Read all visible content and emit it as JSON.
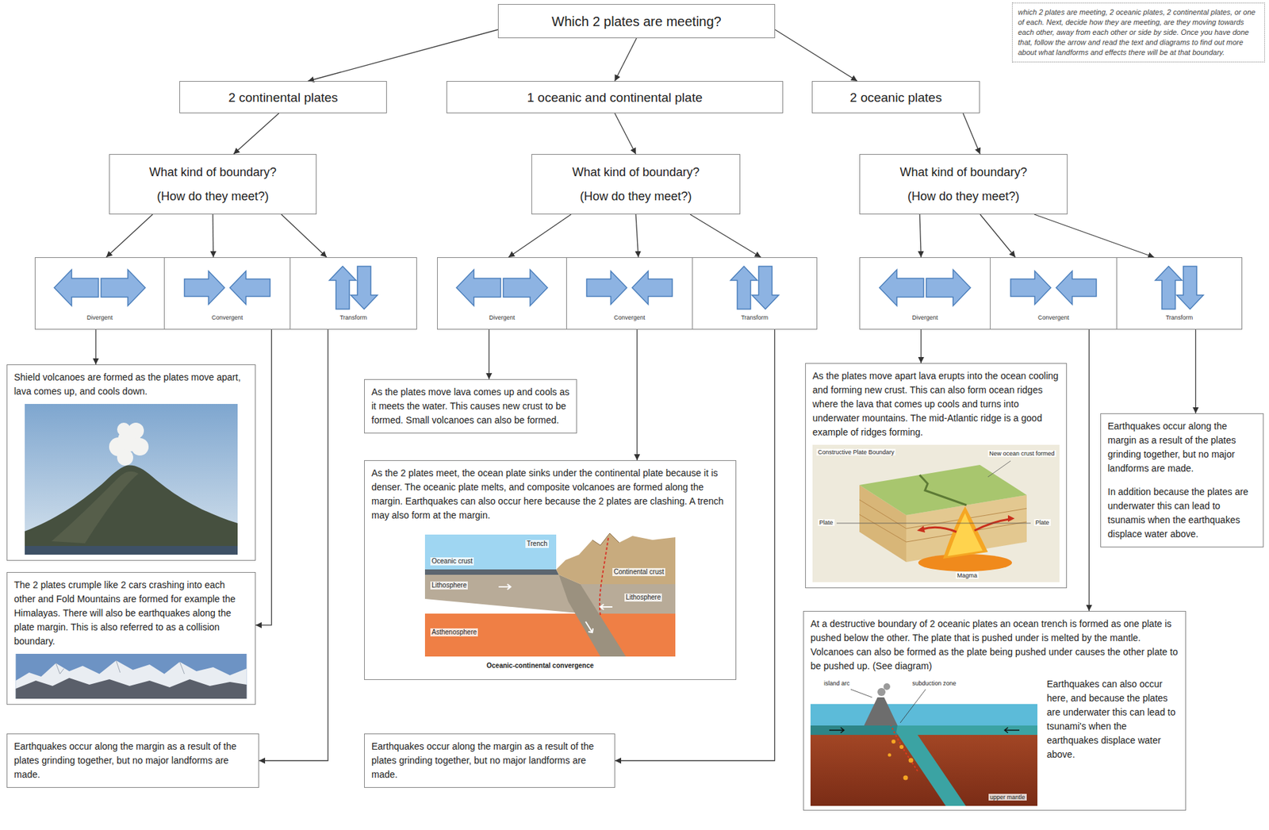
{
  "diagram": {
    "nodes": [
      {
        "text": [
          "Which 2 plates are meeting?"
        ]
      },
      {
        "text": [
          "which 2 plates are meeting, 2 oceanic plates, 2 continental plates, or one of each. Next, decide how they are meeting, are they moving towards each other, away from each other or side by side. Once you have done that, follow the arrow and read the text and diagrams to find out more about what landforms and effects there will be at that boundary."
        ]
      },
      {
        "text": [
          "2 continental plates"
        ]
      },
      {
        "text": [
          "1 oceanic and continental plate"
        ]
      },
      {
        "text": [
          "2 oceanic plates"
        ]
      },
      {
        "text": [
          "What kind of boundary?",
          "(How do they meet?)"
        ]
      },
      {
        "text": [
          "What kind of boundary?",
          "(How do they meet?)"
        ]
      },
      {
        "text": [
          "What kind of boundary?",
          "(How do they meet?)"
        ]
      },
      {
        "text": [
          "Divergent"
        ]
      },
      {
        "text": [
          "Convergent"
        ]
      },
      {
        "text": [
          "Transform"
        ]
      },
      {
        "text": [
          "Divergent"
        ]
      },
      {
        "text": [
          "Convergent"
        ]
      },
      {
        "text": [
          "Transform"
        ]
      },
      {
        "text": [
          "Divergent"
        ]
      },
      {
        "text": [
          "Convergent"
        ]
      },
      {
        "text": [
          "Transform"
        ]
      },
      {
        "text": [
          "Shield volcanoes are formed as the plates move apart, lava comes up, and cools down."
        ]
      },
      {
        "text": [
          "The 2 plates crumple like 2 cars crashing into each other and Fold Mountains are formed for example the Himalayas. There will also be earthquakes along the plate margin. This is also referred to as a collision boundary."
        ]
      },
      {
        "text": [
          "Earthquakes occur along the margin as a result of the plates grinding together, but no major landforms are made."
        ]
      },
      {
        "text": [
          "As the plates move lava comes up and cools as it meets the water. This causes new crust to be formed. Small volcanoes can also be formed."
        ]
      },
      {
        "text": [
          "As the 2 plates meet, the ocean plate sinks under the continental plate because it is denser. The oceanic plate melts, and composite volcanoes are formed along the margin. Earthquakes can also occur here because the 2 plates are clashing. A trench may also form at the margin."
        ]
      },
      {
        "text": [
          "Earthquakes occur along the margin as a result of the plates grinding together, but no major landforms are made."
        ]
      },
      {
        "text": [
          "As the plates move apart lava erupts into the ocean cooling and forming new crust. This can also form ocean ridges where the lava that comes up cools and turns into underwater mountains. The mid-Atlantic ridge is a good example of ridges forming."
        ]
      },
      {
        "text": [
          "Earthquakes occur along the margin as a result of the plates grinding together, but no major landforms are made.",
          "In addition because the plates are underwater this can lead to tsunamis when the earthquakes displace water above."
        ]
      },
      {
        "text": [
          "At a destructive boundary of 2 oceanic plates an ocean trench is formed as one plate is pushed below the other. The plate that is pushed under is melted by the mantle. Volcanoes can also be formed as the plate being pushed under causes the other plate to be pushed up. (See diagram)",
          "Earthquakes can also occur here, and because the plates are underwater this can lead to tsunami's when the earthquakes displace water above."
        ]
      }
    ],
    "edges": [
      {
        "from": 0,
        "to": 2,
        "arrow": "to"
      },
      {
        "from": 0,
        "to": 3,
        "arrow": "to"
      },
      {
        "from": 0,
        "to": 4,
        "arrow": "to"
      },
      {
        "from": 2,
        "to": 5,
        "arrow": "to"
      },
      {
        "from": 3,
        "to": 6,
        "arrow": "to"
      },
      {
        "from": 4,
        "to": 7,
        "arrow": "to"
      },
      {
        "from": 5,
        "to": 8,
        "arrow": "to"
      },
      {
        "from": 5,
        "to": 9,
        "arrow": "to"
      },
      {
        "from": 5,
        "to": 10,
        "arrow": "to"
      },
      {
        "from": 6,
        "to": 11,
        "arrow": "to"
      },
      {
        "from": 6,
        "to": 12,
        "arrow": "to"
      },
      {
        "from": 6,
        "to": 13,
        "arrow": "to"
      },
      {
        "from": 7,
        "to": 14,
        "arrow": "to"
      },
      {
        "from": 7,
        "to": 15,
        "arrow": "to"
      },
      {
        "from": 7,
        "to": 16,
        "arrow": "to"
      },
      {
        "from": 8,
        "to": 17,
        "arrow": "to"
      },
      {
        "from": 9,
        "to": 18,
        "arrow": "to"
      },
      {
        "from": 10,
        "to": 19,
        "arrow": "to"
      },
      {
        "from": 11,
        "to": 20,
        "arrow": "to"
      },
      {
        "from": 12,
        "to": 21,
        "arrow": "to"
      },
      {
        "from": 13,
        "to": 22,
        "arrow": "to"
      },
      {
        "from": 14,
        "to": 23,
        "arrow": "to"
      },
      {
        "from": 15,
        "to": 25,
        "arrow": "to"
      },
      {
        "from": 16,
        "to": 24,
        "arrow": "to"
      }
    ],
    "labels": [
      "Oceanic crust",
      "Trench",
      "Continental crust",
      "Lithosphere",
      "Lithosphere",
      "Asthenosphere",
      "Oceanic-continental convergence",
      "Constructive Plate Boundary",
      "New ocean crust formed",
      "Plate",
      "Plate",
      "Magma",
      "island arc",
      "subduction zone",
      "upper mantle"
    ]
  }
}
